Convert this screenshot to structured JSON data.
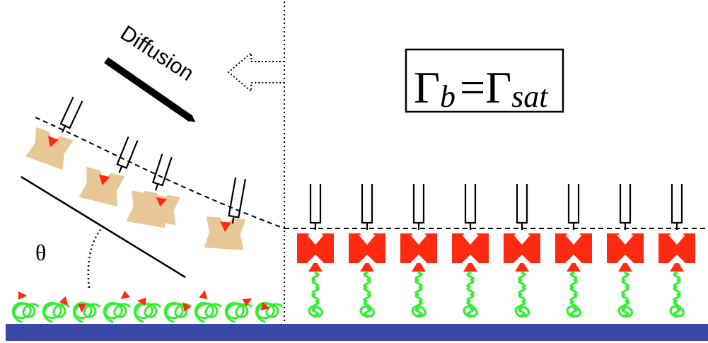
{
  "labels": {
    "diffusion": "Diffusion",
    "theta": "θ",
    "gamma_symbol": "Γ",
    "gamma_b_sub": "b",
    "equals": "=",
    "gamma_sat_sub": "sat"
  },
  "counts": {
    "right_saturated_anchors": 8,
    "left_diffusing_molecules": 5,
    "left_surface_coils": 9
  },
  "colors": {
    "anchor_red": "#ff2a12",
    "tilted_block_tan": "#e8c896",
    "polymer_green": "#33ee33",
    "substrate_blue": "#3a48a8",
    "ink": "#000000"
  }
}
